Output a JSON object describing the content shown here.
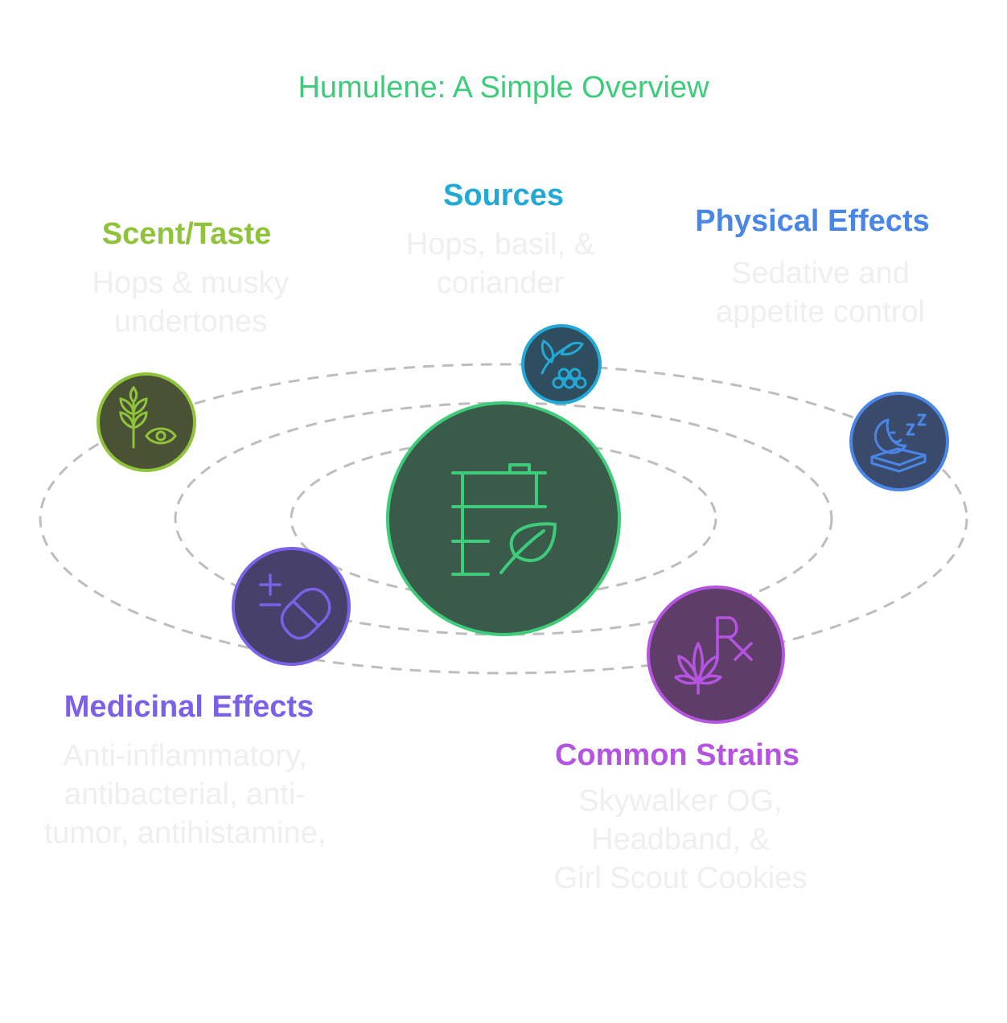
{
  "title": "Humulene: A Simple Overview",
  "colors": {
    "title": "#3ecb7a",
    "orbit": "#bdbdbd",
    "description_text": "#efefef"
  },
  "center": {
    "icon": "barrel-leaf-icon",
    "stroke": "#3ecb7a",
    "fill": "#3a5a4a"
  },
  "nodes": {
    "sources": {
      "label": "Sources",
      "lines": [
        "Hops, basil, &",
        "coriander"
      ],
      "color": "#22a9d6",
      "fill": "#2e4d5e",
      "icon": "leaf-berries-icon"
    },
    "scent": {
      "label": "Scent/Taste",
      "lines": [
        "Hops & musky",
        "undertones"
      ],
      "color": "#8fc43a",
      "fill": "#4a5236",
      "icon": "wheat-eye-icon"
    },
    "physical": {
      "label": "Physical Effects",
      "lines": [
        "Sedative and",
        "appetite control"
      ],
      "color": "#4a86e8",
      "fill": "#3a4a6a",
      "icon": "moon-sleep-icon"
    },
    "medicinal": {
      "label": "Medicinal Effects",
      "lines": [
        "Anti-inflammatory,",
        "antibacterial, anti-",
        "tumor, antihistamine,"
      ],
      "color": "#7b61e8",
      "fill": "#46406a",
      "icon": "pill-plus-minus-icon"
    },
    "strains": {
      "label": "Common Strains",
      "lines": [
        "Skywalker OG,",
        "Headband, &",
        "Girl Scout Cookies"
      ],
      "color": "#b554e0",
      "fill": "#5e3e68",
      "icon": "rx-cannabis-icon"
    }
  }
}
